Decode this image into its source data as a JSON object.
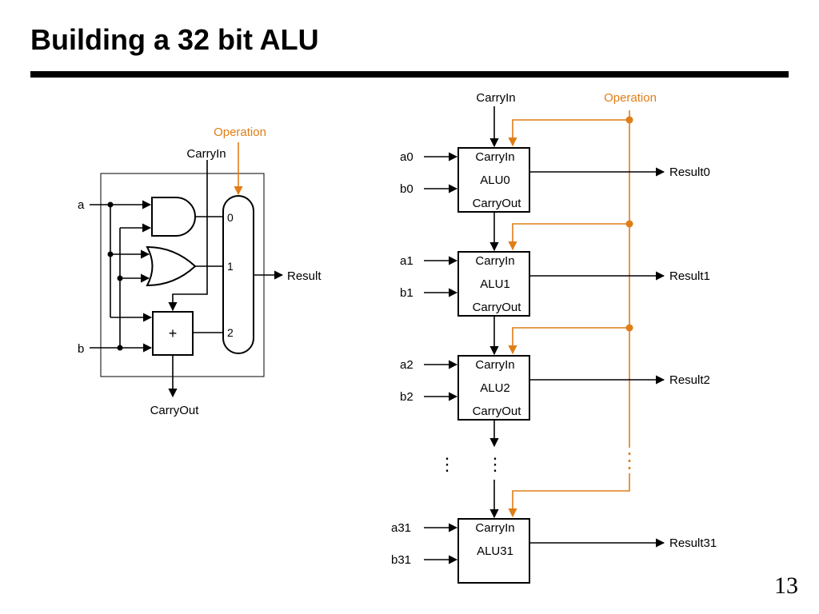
{
  "slide": {
    "title": "Building a 32 bit ALU",
    "page_number": "13"
  },
  "colors": {
    "operation": "#e07d16",
    "lines": "#000000"
  },
  "one_bit_alu": {
    "operation_label": "Operation",
    "carryin_label": "CarryIn",
    "input_a": "a",
    "input_b": "b",
    "mux_inputs": [
      "0",
      "1",
      "2"
    ],
    "adder_symbol": "+",
    "result_label": "Result",
    "carryout_label": "CarryOut"
  },
  "ripple_alu": {
    "carryin_label": "CarryIn",
    "operation_label": "Operation",
    "ellipsis": "⋮",
    "stages": [
      {
        "a": "a0",
        "b": "b0",
        "carryin": "CarryIn",
        "name": "ALU0",
        "carryout": "CarryOut",
        "result": "Result0"
      },
      {
        "a": "a1",
        "b": "b1",
        "carryin": "CarryIn",
        "name": "ALU1",
        "carryout": "CarryOut",
        "result": "Result1"
      },
      {
        "a": "a2",
        "b": "b2",
        "carryin": "CarryIn",
        "name": "ALU2",
        "carryout": "CarryOut",
        "result": "Result2"
      },
      {
        "a": "a31",
        "b": "b31",
        "carryin": "CarryIn",
        "name": "ALU31",
        "result": "Result31"
      }
    ]
  }
}
